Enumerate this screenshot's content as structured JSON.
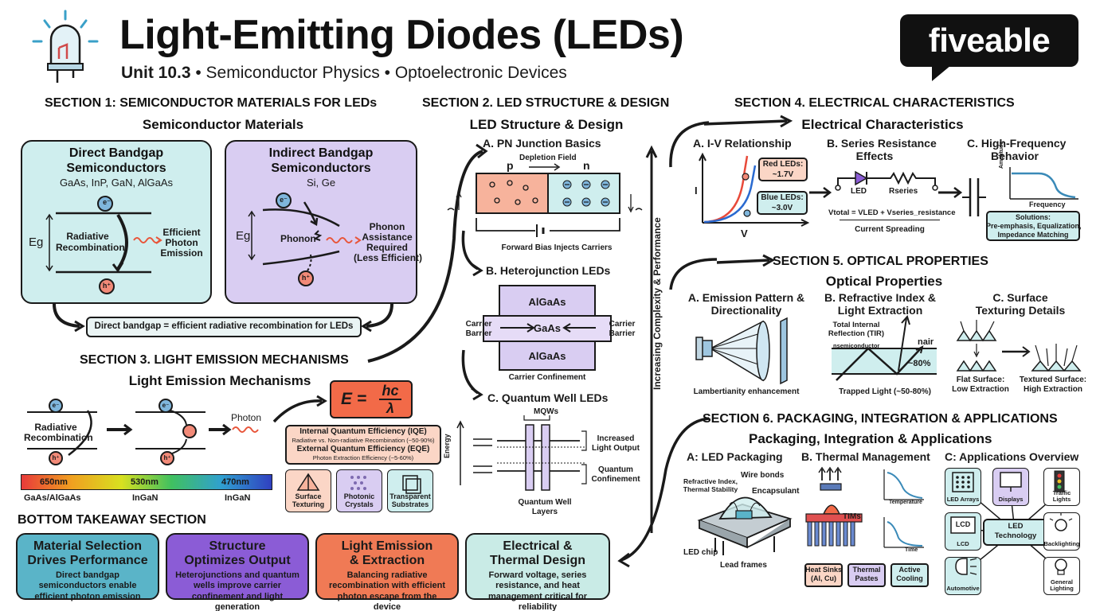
{
  "header": {
    "title": "Light-Emitting Diodes (LEDs)",
    "subtitle_unit": "Unit 10.3",
    "subtitle_rest": " • Semiconductor Physics • Optoelectronic Devices",
    "logo": "fiveable"
  },
  "section1": {
    "heading": "SECTION 1: SEMICONDUCTOR MATERIALS FOR LEDs",
    "sub": "Semiconductor Materials",
    "direct": {
      "title1": "Direct Bandgap",
      "title2": "Semiconductors",
      "materials": "GaAs, InP, GaN, AlGaAs",
      "eg": "Eg",
      "electron": "e⁻",
      "hole": "h⁺",
      "rad1": "Radiative",
      "rad2": "Recombination",
      "eff1": "Efficient",
      "eff2": "Photon",
      "eff3": "Emission"
    },
    "indirect": {
      "title1": "Indirect Bandgap",
      "title2": "Semiconductors",
      "materials": "Si, Ge",
      "eg": "Eg",
      "electron": "e⁻",
      "hole": "h⁺",
      "phonon": "Phonon",
      "pa1": "Phonon",
      "pa2": "Assistance",
      "pa3": "Required",
      "pa4": "(Less Efficient)"
    },
    "summary": "Direct bandgap = efficient radiative recombination for LEDs"
  },
  "section2": {
    "heading": "SECTION 2. LED STRUCTURE & DESIGN",
    "sub": "LED Structure & Design",
    "a_title": "A. PN Junction Basics",
    "depletion": "Depletion Field",
    "p": "p",
    "n": "n",
    "forward_bias": "Forward Bias Injects Carriers",
    "b_title": "B. Heterojunction LEDs",
    "layer_top": "AlGaAs",
    "layer_mid": "GaAs",
    "layer_bot": "AlGaAs",
    "carrier_barrier_l1": "Carrier",
    "carrier_barrier_l2": "Barrier",
    "carrier_barrier_r1": "Carrier",
    "carrier_barrier_r2": "Barrier",
    "confinement": "Carrier Confinement",
    "c_title": "C. Quantum Well LEDs",
    "mqws": "MQWs",
    "energy": "Energy",
    "increased1": "Increased",
    "increased2": "Light Output",
    "quantum1": "Quantum",
    "quantum2": "Confinement",
    "qw_layers1": "Quantum Well",
    "qw_layers2": "Layers",
    "vertical_axis": "Increasing Complexity & Performance"
  },
  "section3": {
    "heading": "SECTION 3. LIGHT EMISSION MECHANISMS",
    "sub": "Light Emission Mechanisms",
    "rad1": "Radiative",
    "rad2": "Recombination",
    "electron": "e⁻",
    "hole": "h⁺",
    "photon": "Photon",
    "formula_lhs": "E =",
    "formula_num": "hc",
    "formula_den": "λ",
    "iqe": "Internal Quantum Efficiency (IQE)",
    "iqe_sub": "Radiative vs. Non-radiative Recombination (~50-90%)",
    "eqe": "External Quantum Efficiency (EQE)",
    "eqe_sub": "Photon Extraction Efficiency (~5-60%)",
    "cards": [
      "Surface Texturing",
      "Photonic Crystals",
      "Transparent Substrates"
    ],
    "spectrum": [
      {
        "wl": "650nm",
        "mat": "GaAs/AlGaAs"
      },
      {
        "wl": "530nm",
        "mat": "InGaN"
      },
      {
        "wl": "470nm",
        "mat": "InGaN"
      }
    ]
  },
  "section4": {
    "heading": "SECTION 4. ELECTRICAL CHARACTERISTICS",
    "sub": "Electrical Characteristics",
    "a_title": "A. I-V Relationship",
    "i_axis": "I",
    "v_axis": "V",
    "red_led1": "Red LEDs:",
    "red_led2": "~1.7V",
    "blue_led1": "Blue LEDs:",
    "blue_led2": "~3.0V",
    "b_title1": "B. Series Resistance",
    "b_title2": "Effects",
    "led": "LED",
    "rseries": "Rseries",
    "equation": "Vtotal = VLED + Vseries_resistance",
    "spreading": "Current Spreading",
    "c_title1": "C. High-Frequency",
    "c_title2": "Behavior",
    "amplitude": "Amplitude",
    "frequency": "Frequency",
    "solutions1": "Solutions:",
    "solutions2": "Pre-emphasis, Equalization,",
    "solutions3": "Impedance Matching"
  },
  "section5": {
    "heading": "SECTION 5. OPTICAL PROPERTIES",
    "sub": "Optical Properties",
    "a_title1": "A. Emission Pattern &",
    "a_title2": "Directionality",
    "lambertian": "Lambertianity enhancement",
    "b_title1": "B. Refractive Index &",
    "b_title2": "Light Extraction",
    "tir1": "Total Internal",
    "tir2": "Reflection (TIR)",
    "n_semi": "nsemiconductor",
    "n_air": "nair",
    "pct": "~80%",
    "trapped": "Trapped Light (~50-80%)",
    "c_title1": "C. Surface",
    "c_title2": "Texturing Details",
    "flat1": "Flat Surface:",
    "flat2": "Low Extraction",
    "textured1": "Textured Surface:",
    "textured2": "High Extraction"
  },
  "section6": {
    "heading": "SECTION 6. PACKAGING, INTEGRATION & APPLICATIONS",
    "sub": "Packaging, Integration & Applications",
    "a_title": "A: LED Packaging",
    "refr1": "Refractive Index,",
    "refr2": "Thermal Stability",
    "wire": "Wire bonds",
    "encap": "Encapsulant",
    "chip": "LED chip",
    "frames": "Lead frames",
    "b_title": "B. Thermal Management",
    "tims": "TIMs",
    "temperature": "Temperature",
    "time": "Time",
    "heat_sinks1": "Heat Sinks",
    "heat_sinks2": "(Al, Cu)",
    "pastes1": "Thermal",
    "pastes2": "Pastes",
    "active1": "Active",
    "active2": "Cooling",
    "c_title": "C: Applications Overview",
    "center1": "LED",
    "center2": "Technology",
    "apps": [
      "LED Arrays",
      "Displays",
      "Traffic Lights",
      "LCD",
      "Backlighting",
      "Automotive",
      "General Lighting"
    ],
    "lcd_screen": "LCD"
  },
  "bottom": {
    "heading": "BOTTOM TAKEAWAY SECTION",
    "cards": [
      {
        "h1": "Material Selection",
        "h2": "Drives Performance",
        "body": "Direct bandgap semiconductors enable efficient photon emission",
        "color": "#5ab4c8"
      },
      {
        "h1": "Structure",
        "h2": "Optimizes Output",
        "body": "Heterojunctions and quantum wells improve carrier confinement and light generation",
        "color": "#8b5cd6"
      },
      {
        "h1": "Light Emission",
        "h2": "& Extraction",
        "body": "Balancing radiative recombination with efficient photon escape from the device",
        "color": "#f07a55"
      },
      {
        "h1": "Electrical &",
        "h2": "Thermal Design",
        "body": "Forward voltage, series resistance, and heat management critical for reliability",
        "color": "#c9ebe6"
      }
    ]
  },
  "colors": {
    "teal": "#cfeeee",
    "lavender": "#d9cdf2",
    "salmon": "#f7b39c",
    "blue_node": "#7fb6dc",
    "red_node": "#f28a78"
  }
}
